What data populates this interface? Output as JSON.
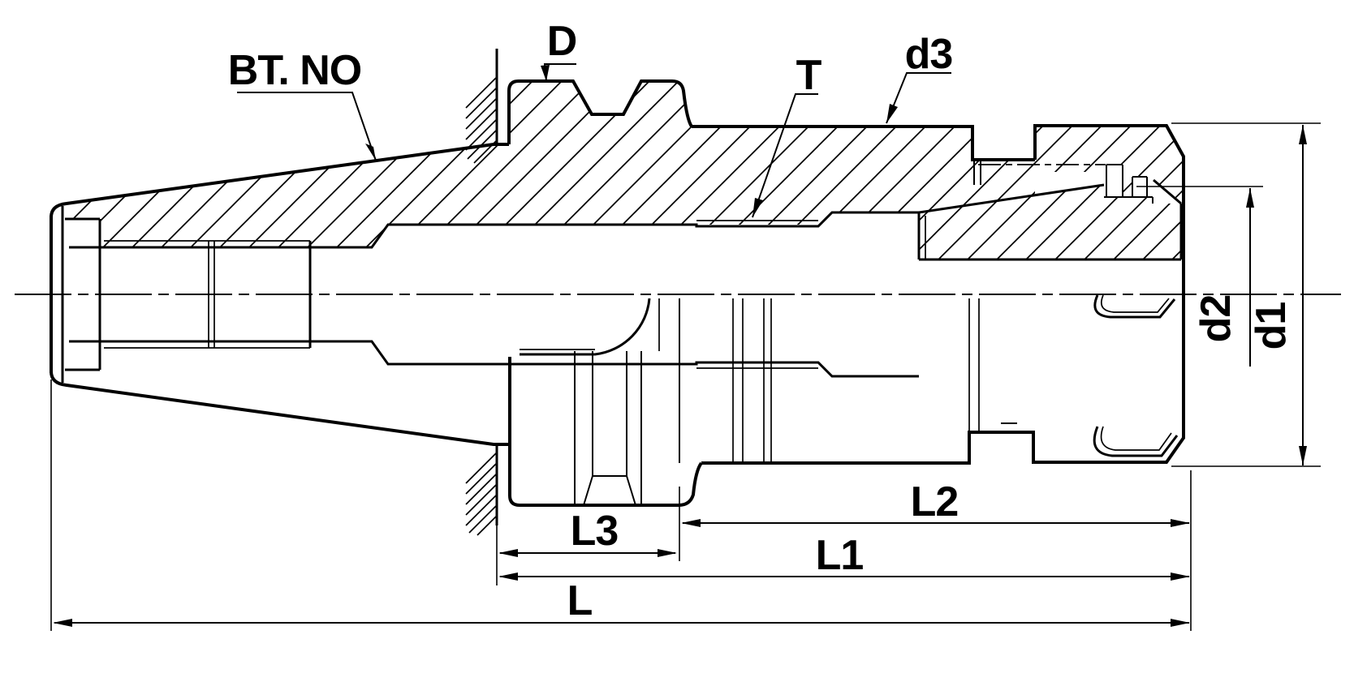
{
  "drawing": {
    "kind": "technical-drawing",
    "subject": "BT taper ER collet chuck, half-section side view",
    "labels": {
      "shank_taper": "BT. NO",
      "flange_diameter": "D",
      "internal_thread": "T",
      "body_diameter": "d3",
      "nose_diameter": "d2",
      "nut_diameter": "d1",
      "flange_length": "L3",
      "projection_length": "L2",
      "functional_length": "L1",
      "overall_length": "L"
    },
    "colors": {
      "line": "#000000",
      "background": "#ffffff"
    }
  }
}
